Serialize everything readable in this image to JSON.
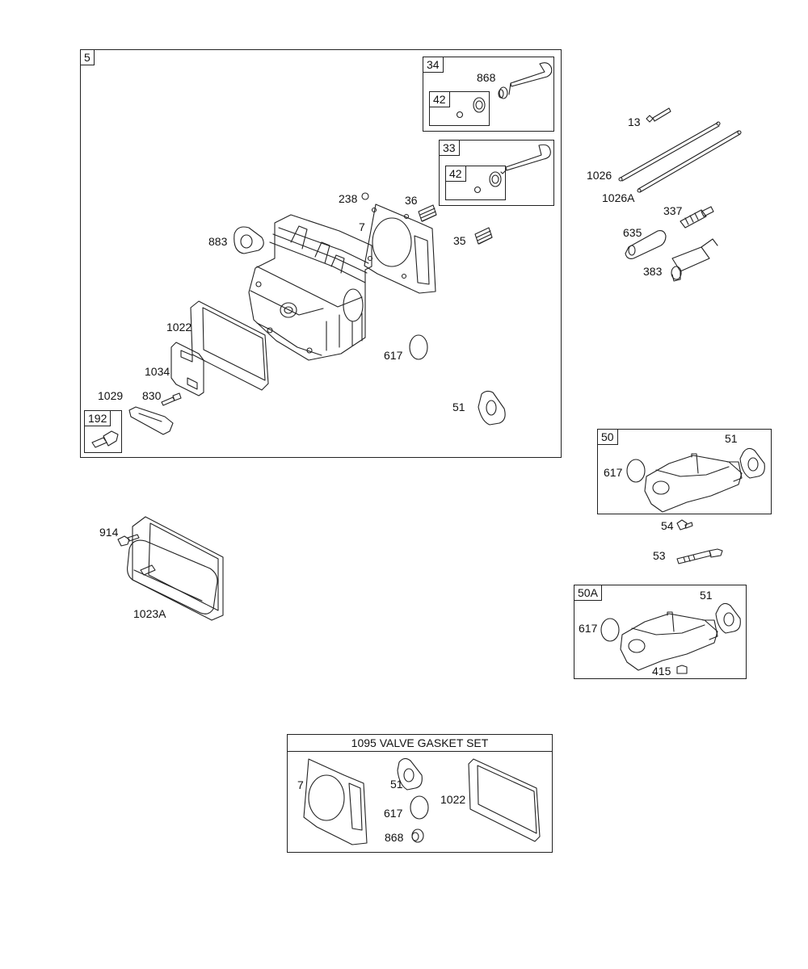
{
  "boxes": {
    "main": "5",
    "valve_a": "34",
    "valve_a_sub": "42",
    "valve_b": "33",
    "valve_b_sub": "42",
    "kit_192": "192",
    "intake_50": "50",
    "intake_50a": "50A",
    "gasket_set_title": "1095 VALVE GASKET SET"
  },
  "labels": {
    "p868": "868",
    "p238": "238",
    "p36": "36",
    "p7": "7",
    "p883": "883",
    "p35": "35",
    "p1022": "1022",
    "p617": "617",
    "p1034": "1034",
    "p1029": "1029",
    "p830": "830",
    "p51": "51",
    "p13": "13",
    "p1026": "1026",
    "p1026a": "1026A",
    "p337": "337",
    "p635": "635",
    "p383": "383",
    "p50_617": "617",
    "p50_51": "51",
    "p54": "54",
    "p53": "53",
    "p50a_51": "51",
    "p50a_617": "617",
    "p415": "415",
    "p914": "914",
    "p1023a": "1023A",
    "gs_7": "7",
    "gs_51": "51",
    "gs_617": "617",
    "gs_1022": "1022",
    "gs_868": "868"
  },
  "colors": {
    "line": "#222222",
    "background": "#ffffff"
  }
}
